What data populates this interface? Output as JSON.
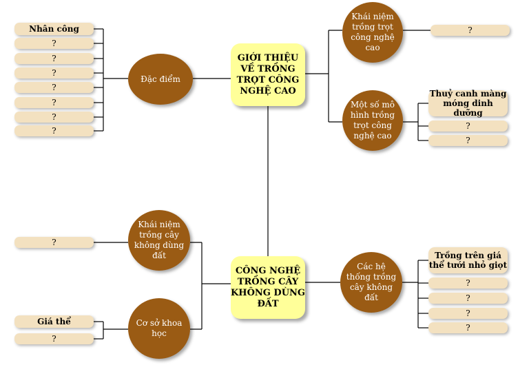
{
  "hubs": {
    "top": "GIỚI THIỆU VỀ TRỒNG TRỌT CÔNG NGHỆ CAO",
    "bottom": "CÔNG NGHỆ TRỒNG CÂY KHÔNG DÙNG ĐẤT"
  },
  "circles": {
    "dac_diem": "Đặc điểm",
    "khai_niem_ttcnc": "Khái niệm trồng trọt công nghệ cao",
    "mo_hinh": "Một số mô hình trồng trọt công nghệ cao",
    "khai_niem_kdd": "Khái niệm trồng cây không dùng đất",
    "co_so": "Cơ sở khoa học",
    "cac_he_thong": "Các hệ thống trồng cây không đất"
  },
  "leaves": {
    "dac_diem": [
      "Nhân công",
      "?",
      "?",
      "?",
      "?",
      "?",
      "?",
      "?"
    ],
    "khai_niem_ttcnc": [
      "?"
    ],
    "mo_hinh": [
      "Thuỷ canh màng móng dinh dưỡng",
      "?",
      "?"
    ],
    "khai_niem_kdd": [
      "?"
    ],
    "co_so": [
      "Giá thể",
      "?"
    ],
    "cac_he_thong": [
      "Trồng trên giá thể tưới nhỏ giọt",
      "?",
      "?",
      "?",
      "?"
    ]
  }
}
